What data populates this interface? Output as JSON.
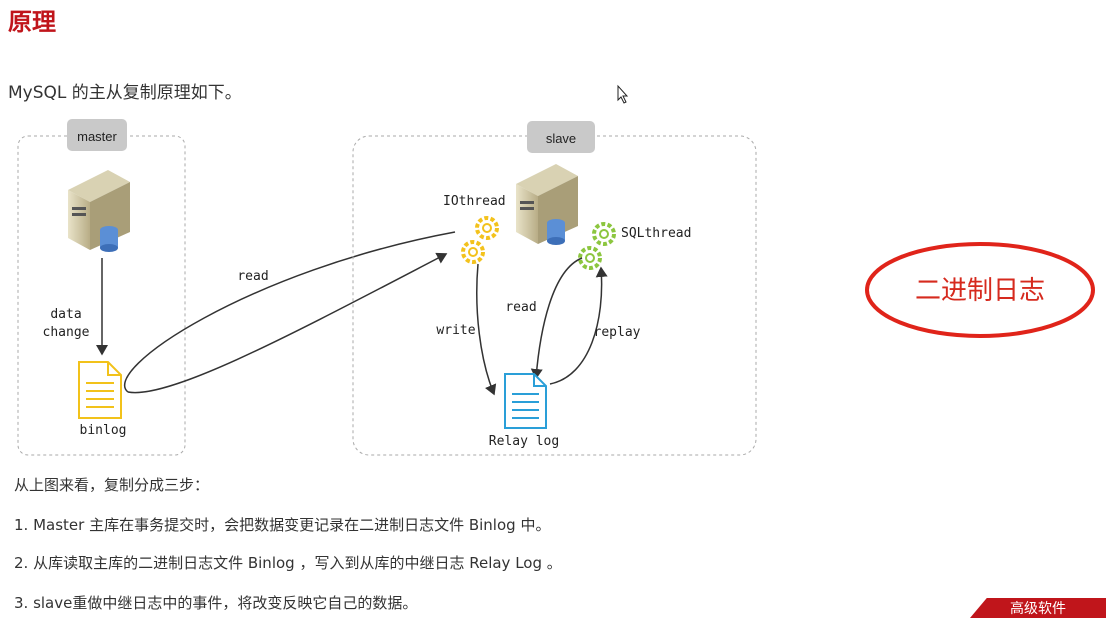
{
  "page": {
    "title": "原理",
    "subtitle": "MySQL 的主从复制原理如下。",
    "steps_intro": "从上图来看，复制分成三步：",
    "steps": [
      "1.  Master 主库在事务提交时，会把数据变更记录在二进制日志文件 Binlog 中。",
      "2.  从库读取主库的二进制日志文件 Binlog ，写入到从库的中继日志 Relay Log 。",
      "3.  slave重做中继日志中的事件，将改变反映它自己的数据。"
    ],
    "brand": "高级软件"
  },
  "diagram": {
    "master_label": "master",
    "slave_label": "slave",
    "data_change_line1": "data",
    "data_change_line2": "change",
    "binlog_label": "binlog",
    "read_label": "read",
    "iothread_label": "IOthread",
    "sqlthread_label": "SQLthread",
    "write_label": "write",
    "read2_label": "read",
    "replay_label": "replay",
    "relaylog_label": "Relay log",
    "annotation": "二进制日志"
  },
  "colors": {
    "title": "#c0151b",
    "annotation": "#d62a1e",
    "binlog_file": "#f2c21a",
    "relaylog_file": "#2a9fd8",
    "gear_yellow": "#f3c21c",
    "gear_green": "#8cc63f"
  }
}
